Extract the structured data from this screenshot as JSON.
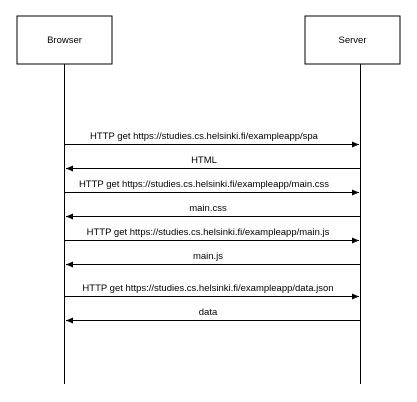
{
  "participants": [
    {
      "id": "browser",
      "label": "Browser"
    },
    {
      "id": "server",
      "label": "Server"
    }
  ],
  "messages": [
    {
      "from": "browser",
      "to": "server",
      "label": "HTTP get https://studies.cs.helsinki.fi/exampleapp/spa"
    },
    {
      "from": "server",
      "to": "browser",
      "label": "HTML"
    },
    {
      "from": "browser",
      "to": "server",
      "label": "HTTP get https://studies.cs.helsinki.fi/exampleapp/main.css"
    },
    {
      "from": "server",
      "to": "browser",
      "label": "main.css"
    },
    {
      "from": "browser",
      "to": "server",
      "label": "HTTP get https://studies.cs.helsinki.fi/exampleapp/main.js"
    },
    {
      "from": "server",
      "to": "browser",
      "label": "main.js"
    },
    {
      "from": "browser",
      "to": "server",
      "label": "HTTP get https://studies.cs.helsinki.fi/exampleapp/data.json"
    },
    {
      "from": "server",
      "to": "browser",
      "label": "data"
    }
  ]
}
